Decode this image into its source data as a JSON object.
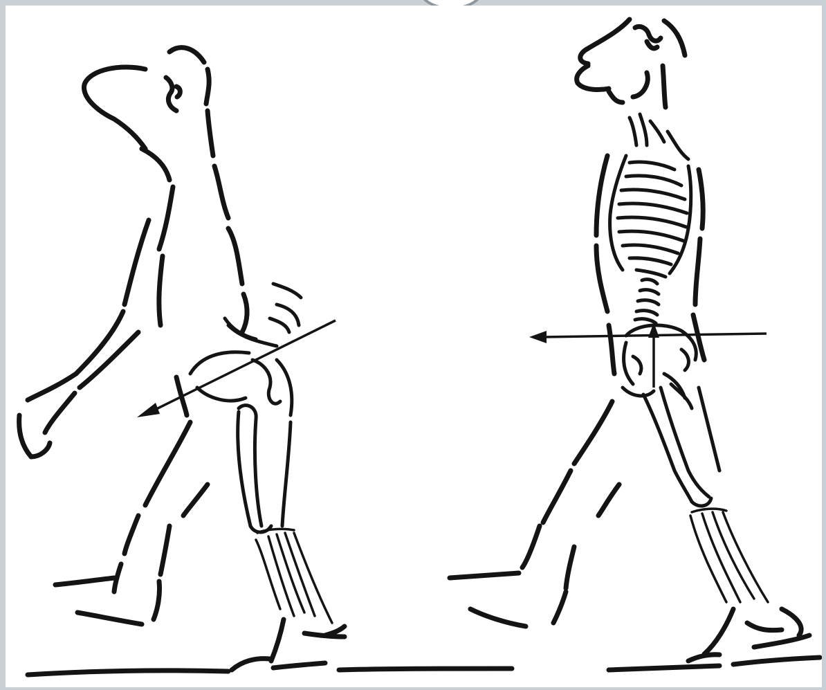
{
  "figure": {
    "left_figure": "hunched-posture-figure",
    "right_figure": "upright-posture-figure",
    "left_force_arrow": "diagonal-downward-arrow",
    "right_force_arrow": "horizontal-arrow-with-vertical-marker",
    "ink_color": "#141414",
    "background_color": "#ffffff",
    "frame_color": "#c9d1d6"
  }
}
